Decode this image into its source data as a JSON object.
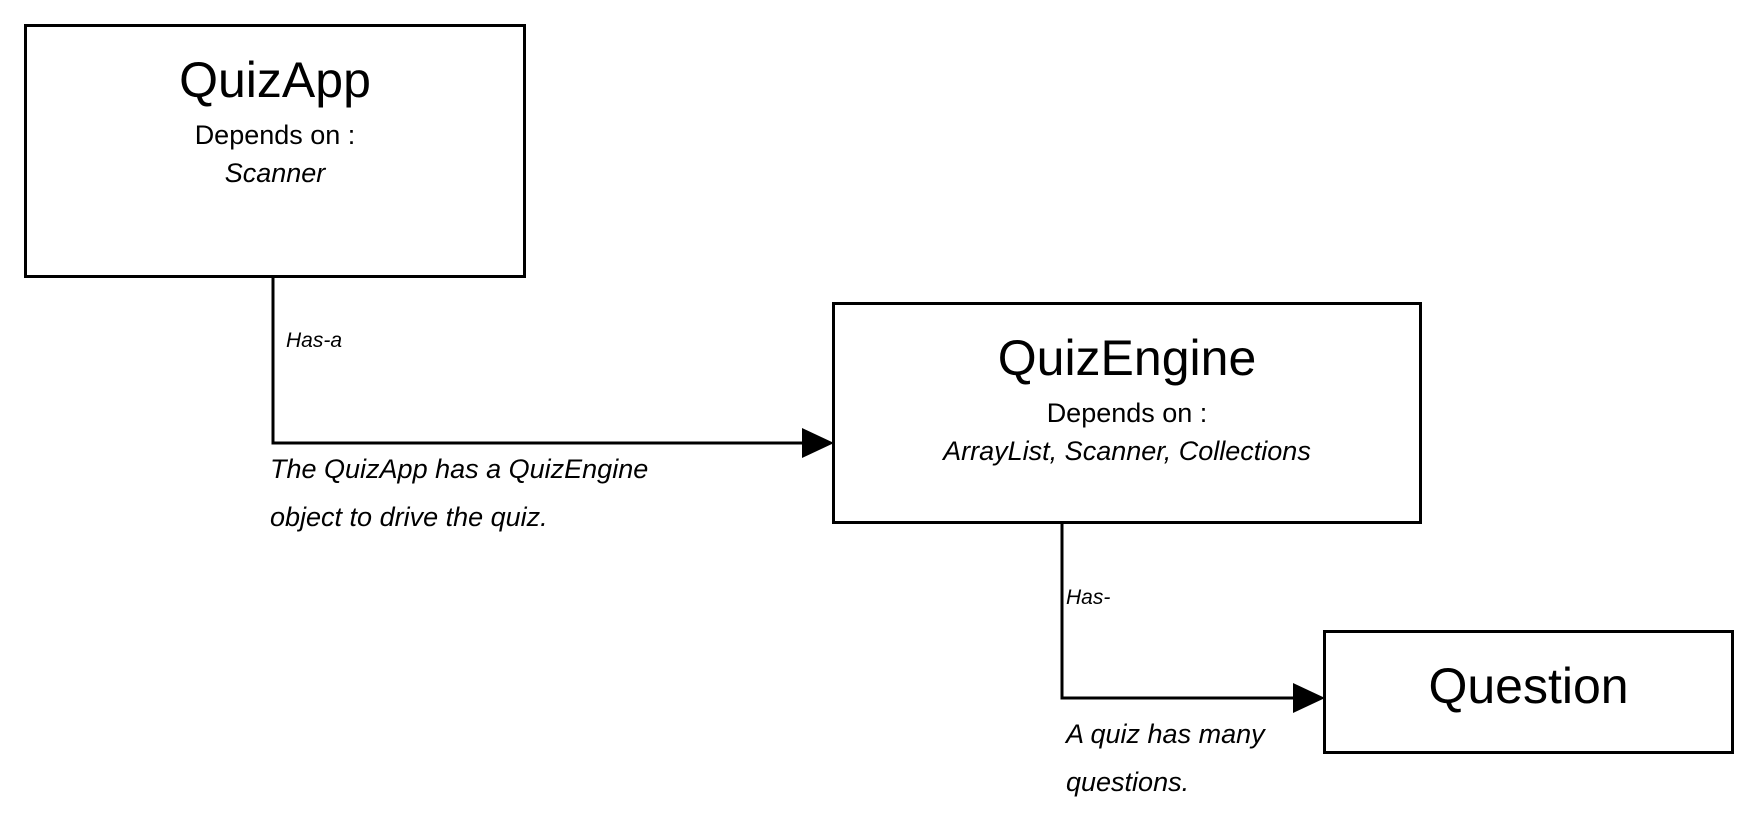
{
  "nodes": {
    "quizapp": {
      "title": "QuizApp",
      "depends_label": "Depends on :",
      "depends_list": "Scanner"
    },
    "quizengine": {
      "title": "QuizEngine",
      "depends_label": "Depends on :",
      "depends_list": "ArrayList, Scanner, Collections"
    },
    "question": {
      "title": "Question"
    }
  },
  "edges": {
    "app_to_engine": {
      "label": "Has-a",
      "description_line1": "The QuizApp has a QuizEngine",
      "description_line2": "object to drive the quiz."
    },
    "engine_to_question": {
      "label": "Has-",
      "description_line1": "A quiz has many",
      "description_line2": "questions."
    }
  },
  "colors": {
    "line": "#000000",
    "background": "#ffffff"
  }
}
